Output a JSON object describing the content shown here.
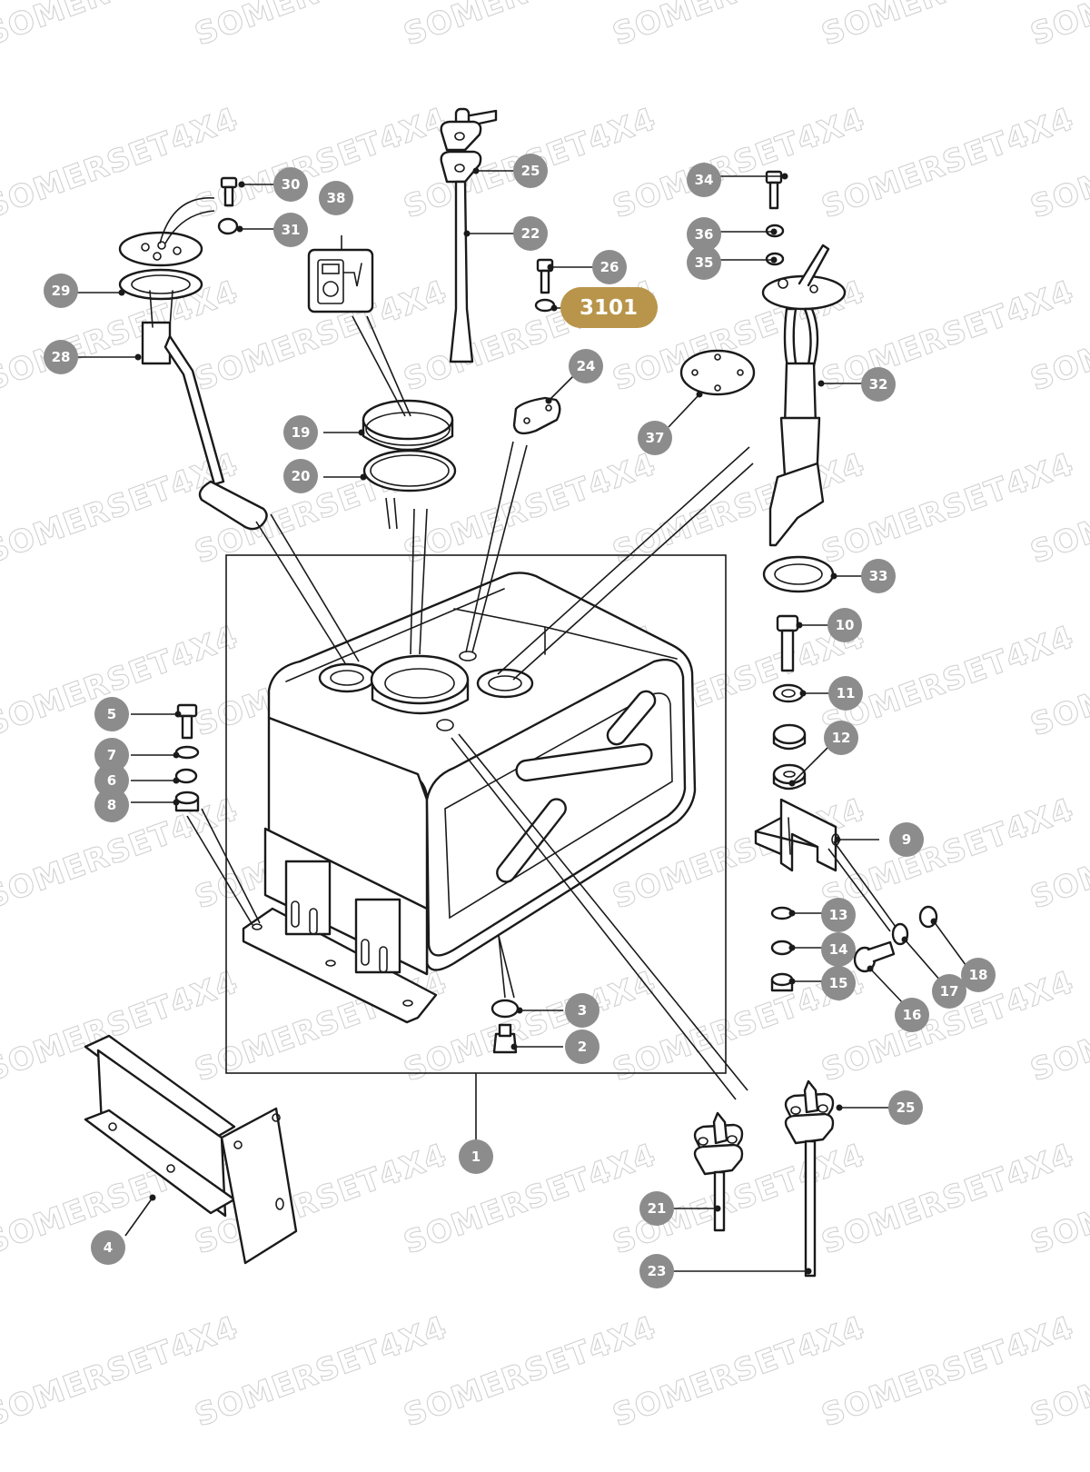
{
  "watermark": "SOMERSET4X4",
  "reference_badge": {
    "label": "3101",
    "color": "#b8954a"
  },
  "callout_color": "#8c8c8c",
  "callouts": [
    "1",
    "2",
    "3",
    "4",
    "5",
    "6",
    "7",
    "8",
    "9",
    "10",
    "11",
    "12",
    "13",
    "14",
    "15",
    "16",
    "17",
    "18",
    "19",
    "20",
    "21",
    "22",
    "23",
    "24",
    "25",
    "25",
    "26",
    "28",
    "29",
    "30",
    "31",
    "32",
    "33",
    "34",
    "35",
    "36",
    "37",
    "38"
  ],
  "icons": {
    "fuel_gauge_symbol": "fuel-pump-gauge-icon"
  }
}
